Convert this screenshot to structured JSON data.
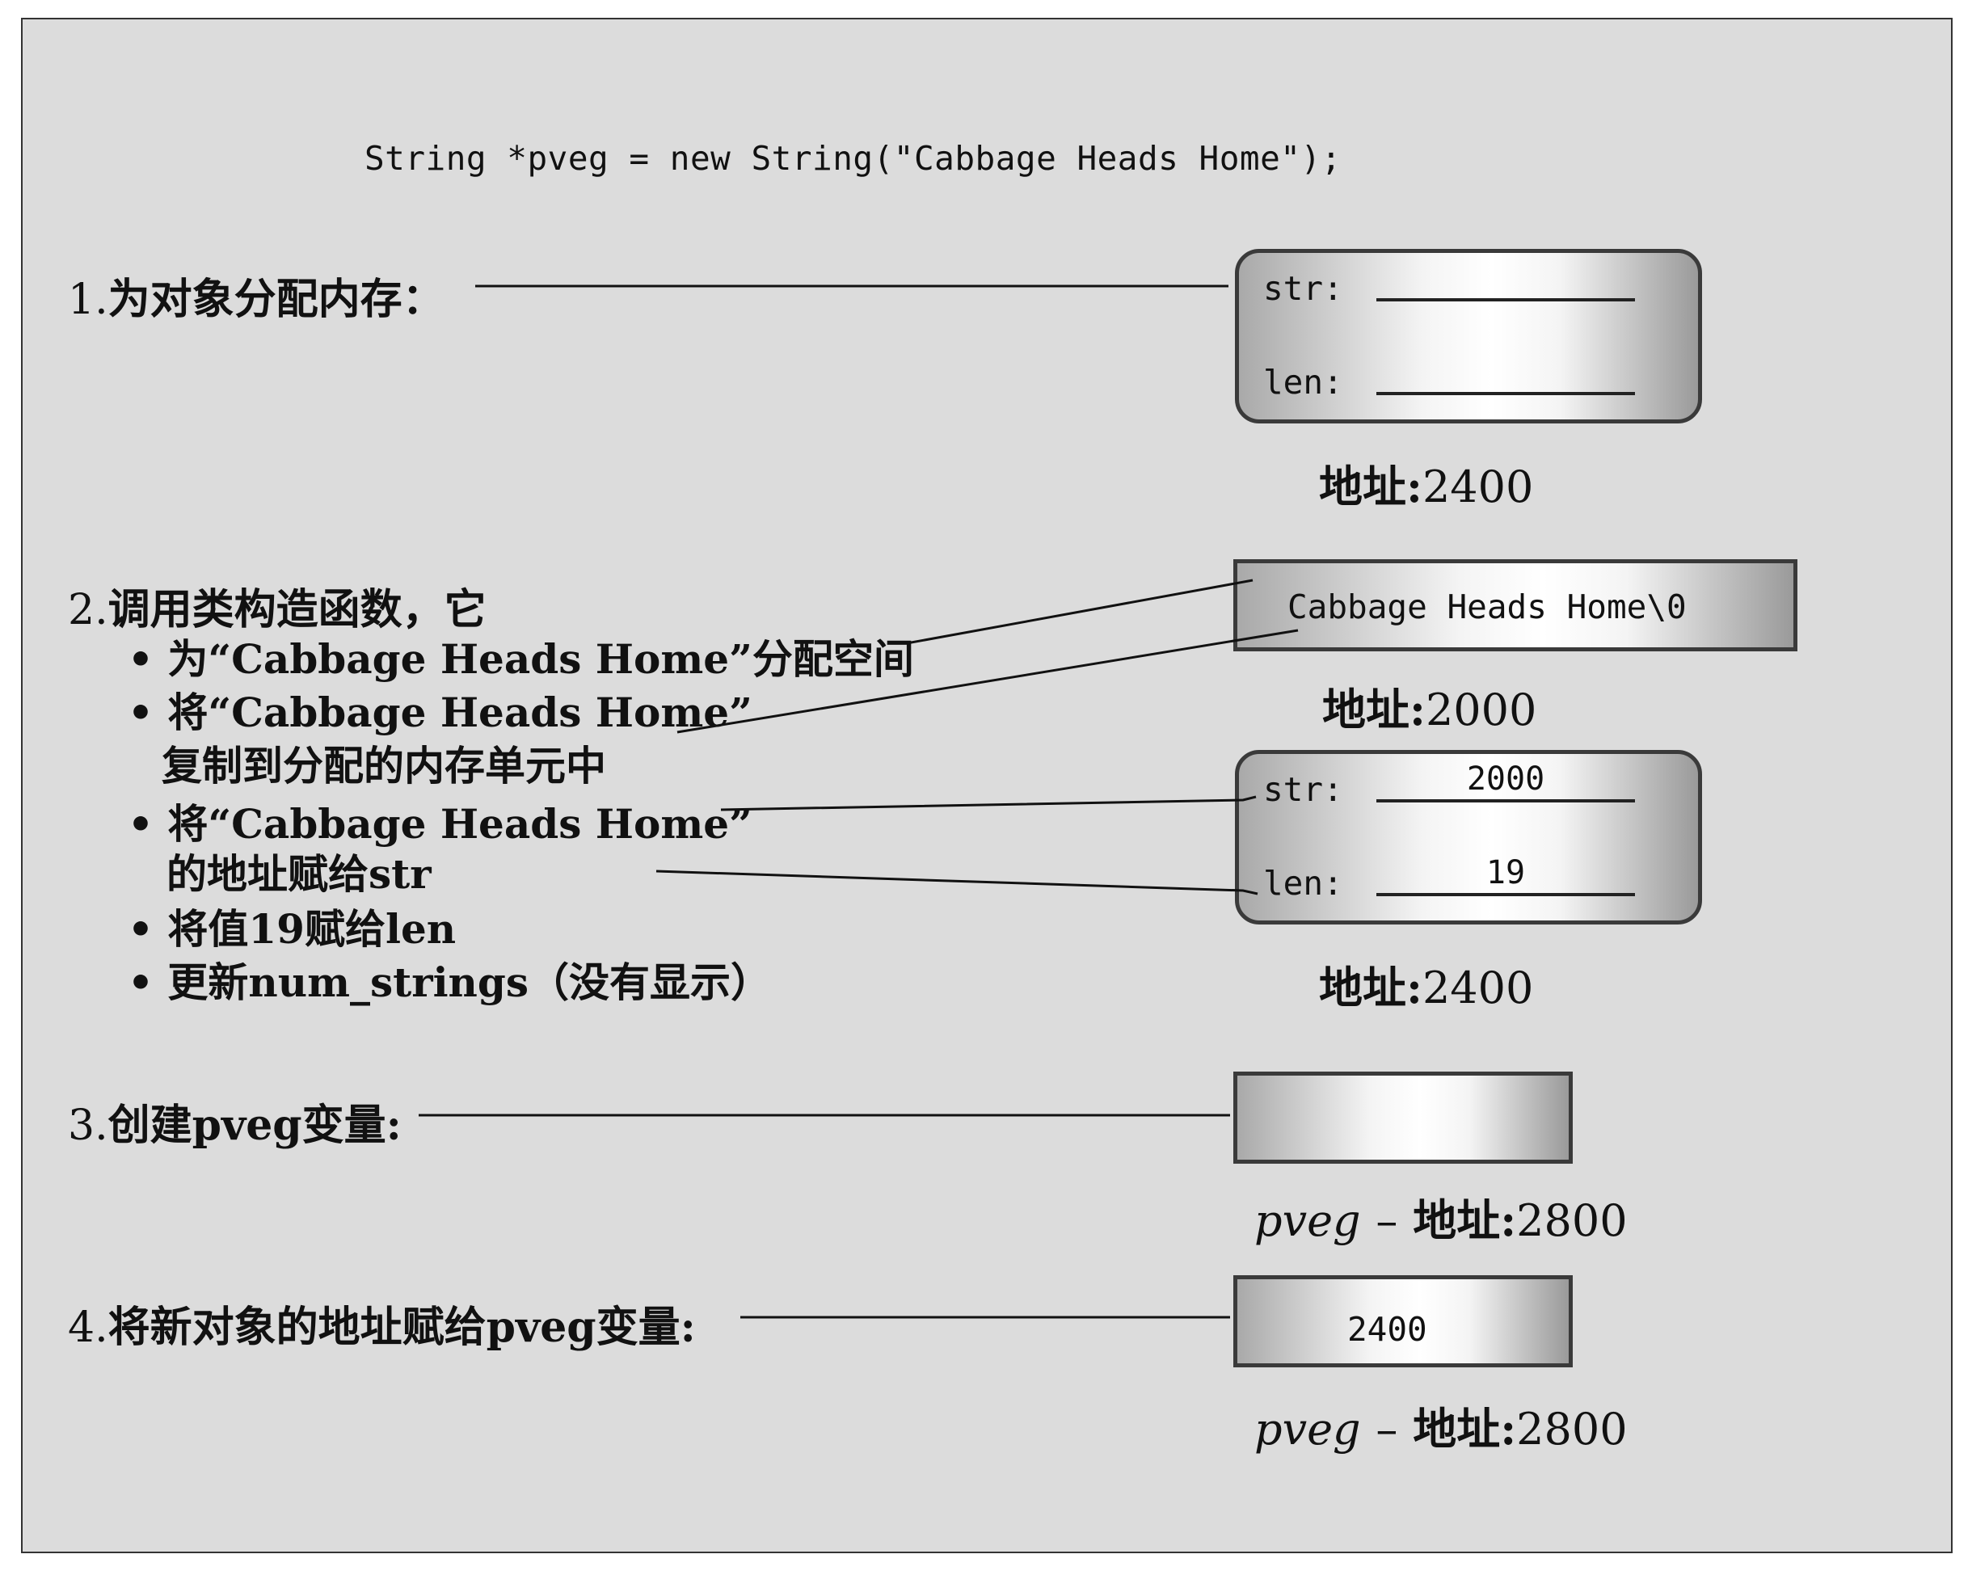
{
  "code": "String *pveg = new String(\"Cabbage Heads Home\");",
  "steps": {
    "s1": {
      "num": "1.",
      "text": "为对象分配内存："
    },
    "s2": {
      "num": "2.",
      "text": "调用类构造函数，它"
    },
    "s3": {
      "num": "3.",
      "text": "创建pveg变量:"
    },
    "s4": {
      "num": "4.",
      "text": "将新对象的地址赋给pveg变量:"
    }
  },
  "bullets": {
    "b1": "• 为“Cabbage Heads Home”分配空间",
    "b2a": "• 将“Cabbage Heads Home”",
    "b2b": "复制到分配的内存单元中",
    "b3a": "• 将“Cabbage Heads Home”",
    "b3b": "的地址赋给str",
    "b4": "• 将值19赋给len",
    "b5": "• 更新num_strings（没有显示）"
  },
  "boxes": {
    "obj1": {
      "str_label": "str:",
      "len_label": "len:",
      "str_value": "",
      "len_value": ""
    },
    "string_buf": {
      "content": "Cabbage Heads Home\\0"
    },
    "obj2": {
      "str_label": "str:",
      "len_label": "len:",
      "str_value": "2000",
      "len_value": "19"
    },
    "pveg1": {
      "content": ""
    },
    "pveg2": {
      "content": "2400"
    }
  },
  "addresses": {
    "a1": {
      "label": "地址:",
      "value": "2400"
    },
    "a2": {
      "label": "地址:",
      "value": "2000"
    },
    "a3": {
      "label": "地址:",
      "value": "2400"
    },
    "a4": {
      "var": "pveg",
      "dash": "–",
      "label": "地址:",
      "value": "2800"
    },
    "a5": {
      "var": "pveg",
      "dash": "–",
      "label": "地址:",
      "value": "2800"
    }
  }
}
